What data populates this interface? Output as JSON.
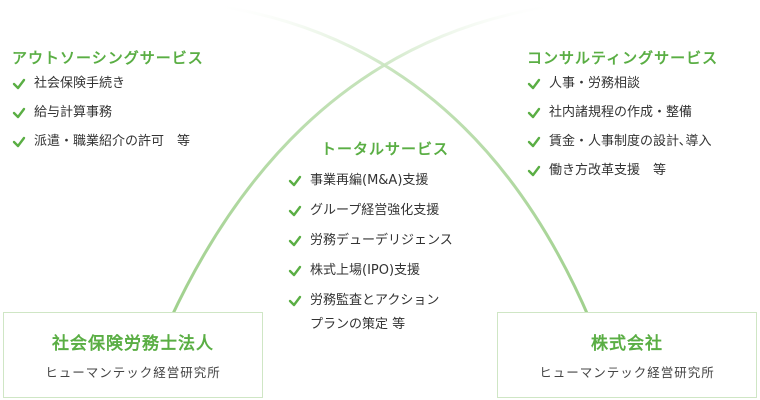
{
  "colors": {
    "accent": "#5aae44",
    "arc": "#c6e3bb",
    "text": "#333333",
    "box_border": "#cfe6c5"
  },
  "left_section": {
    "title": "アウトソーシングサービス",
    "items": [
      "社会保険手続き",
      "給与計算事務",
      "派遣・職業紹介の許可　等"
    ]
  },
  "right_section": {
    "title": "コンサルティングサービス",
    "items": [
      "人事・労務相談",
      "社内諸規程の作成・整備",
      "賃金・人事制度の設計､導入",
      "働き方改革支援　等"
    ]
  },
  "center_section": {
    "title": "トータルサービス",
    "items": [
      "事業再編(M&A)支援",
      "グループ経営強化支援",
      "労務デューデリジェンス",
      "株式上場(IPO)支援"
    ],
    "last_item_line1": "労務監査とアクション",
    "last_item_line2": "プランの策定 等"
  },
  "left_box": {
    "title": "社会保険労務士法人",
    "subtitle": "ヒューマンテック経営研究所"
  },
  "right_box": {
    "title": "株式会社",
    "subtitle": "ヒューマンテック経営研究所"
  },
  "icons": {
    "check": "check-icon"
  }
}
